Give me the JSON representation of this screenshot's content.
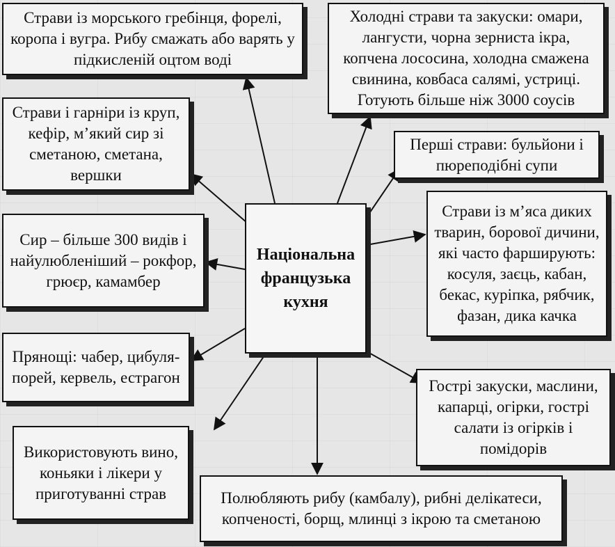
{
  "center": {
    "label": "Національна французька кухня"
  },
  "boxes": {
    "seafood_fish": "Страви із морського гребінця, форелі, коропа і вугра. Рибу смажать або варять у підкисленій оцтом воді",
    "cold_dishes": "Холодні страви та закуски: омари, лангусти, чорна зерниста ікра, копчена лососина, холодна смажена свинина, ковбаса салямі, устриці. Готують більше ніж 3000 соусів",
    "cereals_dairy": "Страви і гарніри із круп, кефір, м’який сир зі сметаною, сметана, вершки",
    "first_courses": "Перші страви: бульйони і пюреподібні супи",
    "game_meat": "Страви із м’яса диких тварин, борової дичини, які часто фарширують: косуля, заєць, кабан, бекас, куріпка, рябчик, фазан, дика качка",
    "cheese": "Сир – більше 300 видів і найулюбленіший – рокфор, грюєр, камамбер",
    "spices": "Прянощі: чабер, цибуля-порей, кервель, естрагон",
    "spicy_snacks": "Гострі закуски, маслини, капарці, огірки, гострі салати із огірків і помідорів",
    "wine": "Використовують вино, коньяки і лікери у приготуванні страв",
    "fish_delicacies": "Полюбляють рибу (камбалу), рибні делікатеси, копченості, борщ, млинці з ікрою та сметаною"
  }
}
